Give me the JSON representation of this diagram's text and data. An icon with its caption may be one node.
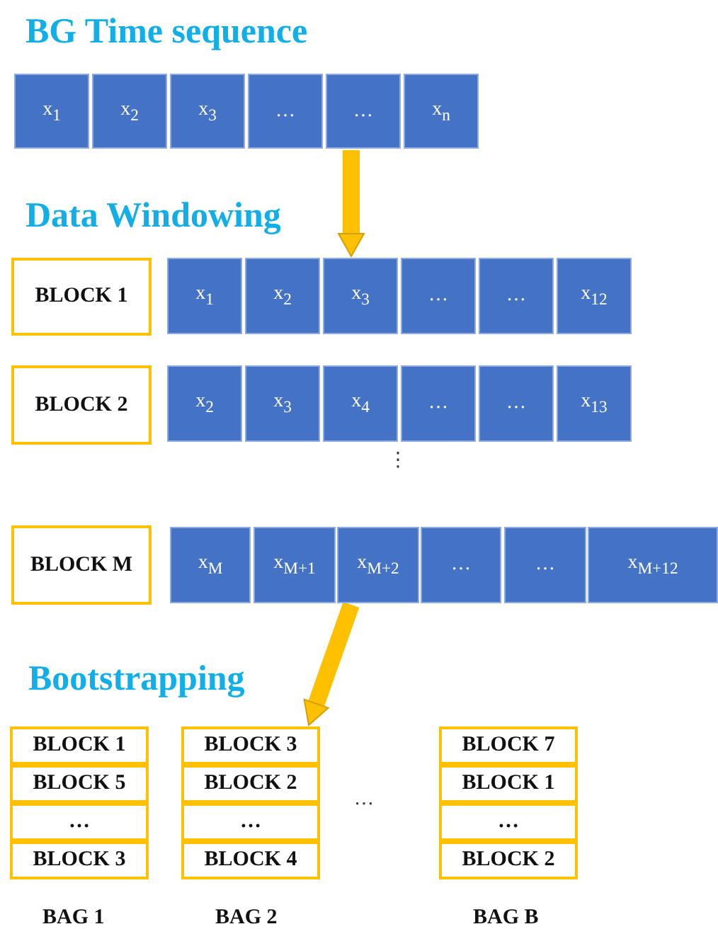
{
  "diagram": {
    "nodes": [
      {
        "text": [
          "x$_{1}$"
        ]
      },
      {
        "text": [
          "x$_{2}$"
        ]
      },
      {
        "text": [
          "x$_{3}$"
        ]
      },
      {
        "text": [
          "…"
        ]
      },
      {
        "text": [
          "…"
        ]
      },
      {
        "text": [
          "x$_{n}$"
        ]
      },
      {
        "text": [
          "BLOCK 1"
        ]
      },
      {
        "text": [
          "x$_{1}$"
        ]
      },
      {
        "text": [
          "x$_{2}$"
        ]
      },
      {
        "text": [
          "x$_{3}$"
        ]
      },
      {
        "text": [
          "…"
        ]
      },
      {
        "text": [
          "…"
        ]
      },
      {
        "text": [
          "x$_{12}$"
        ]
      },
      {
        "text": [
          "BLOCK 2"
        ]
      },
      {
        "text": [
          "x$_{2}$"
        ]
      },
      {
        "text": [
          "x$_{3}$"
        ]
      },
      {
        "text": [
          "x$_{4}$"
        ]
      },
      {
        "text": [
          "…"
        ]
      },
      {
        "text": [
          "…"
        ]
      },
      {
        "text": [
          "x$_{13}$"
        ]
      },
      {
        "text": [
          "BLOCK M"
        ]
      },
      {
        "text": [
          "x$_{M}$"
        ]
      },
      {
        "text": [
          "x$_{M+1}$"
        ]
      },
      {
        "text": [
          "x$_{M+2}$"
        ]
      },
      {
        "text": [
          "…"
        ]
      },
      {
        "text": [
          "…"
        ]
      },
      {
        "text": [
          "x$_{M+12}$"
        ]
      },
      {
        "text": [
          "BLOCK 1"
        ]
      },
      {
        "text": [
          "BLOCK 5"
        ]
      },
      {
        "text": [
          "…"
        ]
      },
      {
        "text": [
          "BLOCK 3"
        ]
      },
      {
        "text": [
          "BLOCK 3"
        ]
      },
      {
        "text": [
          "BLOCK 2"
        ]
      },
      {
        "text": [
          "…"
        ]
      },
      {
        "text": [
          "BLOCK 4"
        ]
      },
      {
        "text": [
          "BLOCK 7"
        ]
      },
      {
        "text": [
          "BLOCK 1"
        ]
      },
      {
        "text": [
          "…"
        ]
      },
      {
        "text": [
          "BLOCK 2"
        ]
      }
    ],
    "edges": [
      {
        "from": 4,
        "to": 9,
        "arrow": "to"
      },
      {
        "from": 23,
        "to": 31,
        "arrow": "to"
      }
    ],
    "labels": [
      "BG Time sequence",
      "Data Windowing",
      "⋮",
      "Bootstrapping",
      "…",
      "BAG 1",
      "BAG 2",
      "BAG B"
    ]
  }
}
